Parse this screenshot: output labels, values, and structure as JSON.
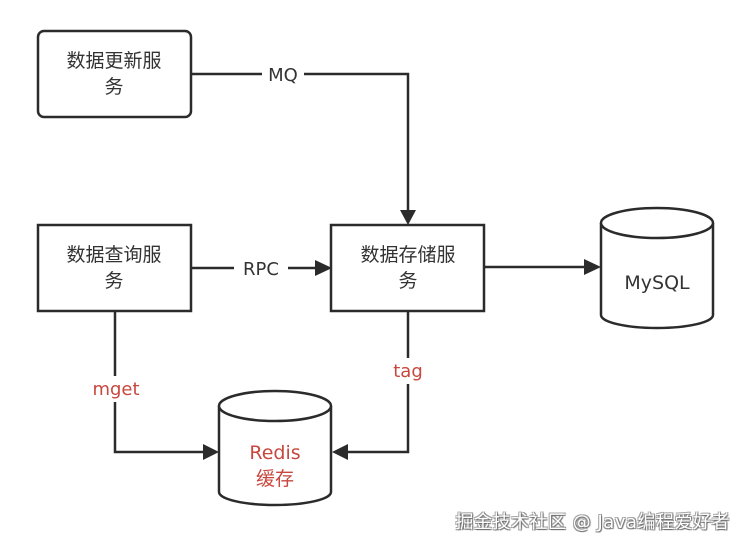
{
  "nodes": {
    "update_service": {
      "line1": "数据更新服",
      "line2": "务"
    },
    "query_service": {
      "line1": "数据查询服",
      "line2": "务"
    },
    "storage_service": {
      "line1": "数据存储服",
      "line2": "务"
    },
    "mysql": {
      "label": "MySQL"
    },
    "redis": {
      "line1": "Redis",
      "line2": "缓存"
    }
  },
  "edges": {
    "mq": "MQ",
    "rpc": "RPC",
    "mget": "mget",
    "tag": "tag"
  },
  "colors": {
    "accent_red": "#c8473e",
    "stroke": "#2b2b2b"
  },
  "watermark": "掘金技术社区 @ Java编程爱好者"
}
